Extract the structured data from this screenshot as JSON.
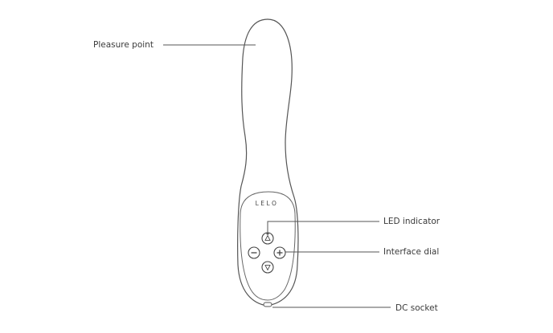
{
  "brand": {
    "logo_text": "LELO"
  },
  "callouts": {
    "pleasure_point": "Pleasure point",
    "led_indicator": "LED indicator",
    "interface_dial": "Interface dial",
    "dc_socket": "DC socket"
  },
  "colors": {
    "outline": "#555555",
    "leader_line": "#555555",
    "text": "#3a3a3a"
  },
  "icons": {
    "up": "triangle-up-icon",
    "down": "triangle-down-icon",
    "left": "minus-icon",
    "right": "plus-icon"
  }
}
